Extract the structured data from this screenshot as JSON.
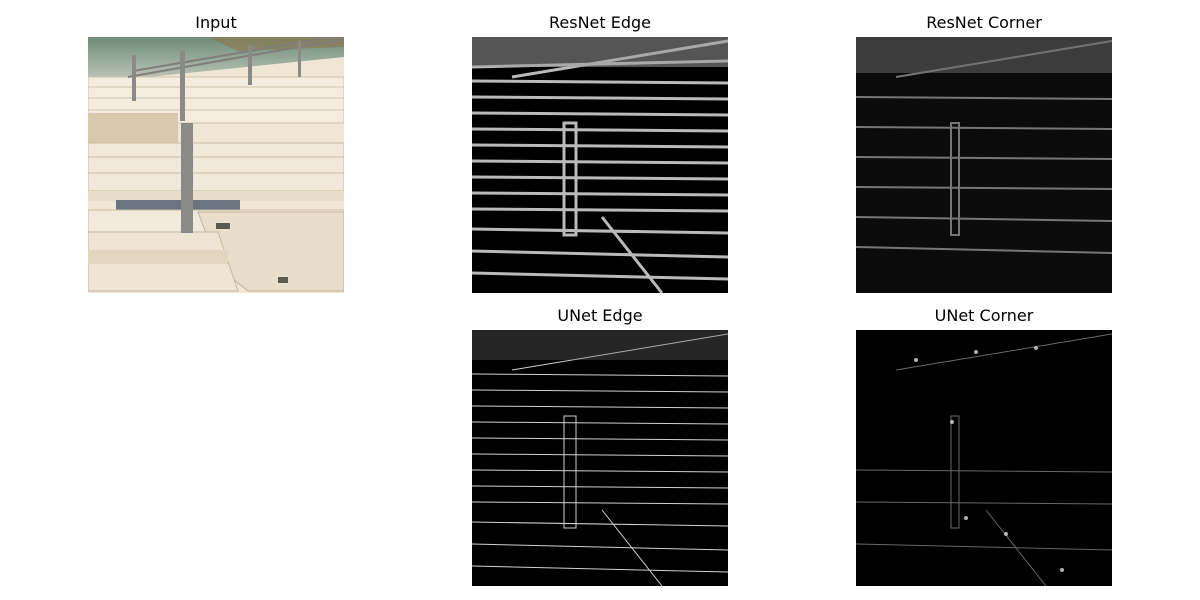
{
  "panels": {
    "input": {
      "title": "Input"
    },
    "resnet_edge": {
      "title": "ResNet Edge"
    },
    "resnet_corner": {
      "title": "ResNet Corner"
    },
    "unet_edge": {
      "title": "UNet Edge"
    },
    "unet_corner": {
      "title": "UNet Corner"
    }
  },
  "colors": {
    "background": "#ffffff",
    "stone": "#e6dccb",
    "stone_shadow": "#c8b9a1",
    "railing": "#8a8a86",
    "map_black": "#000000",
    "map_edge": "#bdbdbd"
  }
}
